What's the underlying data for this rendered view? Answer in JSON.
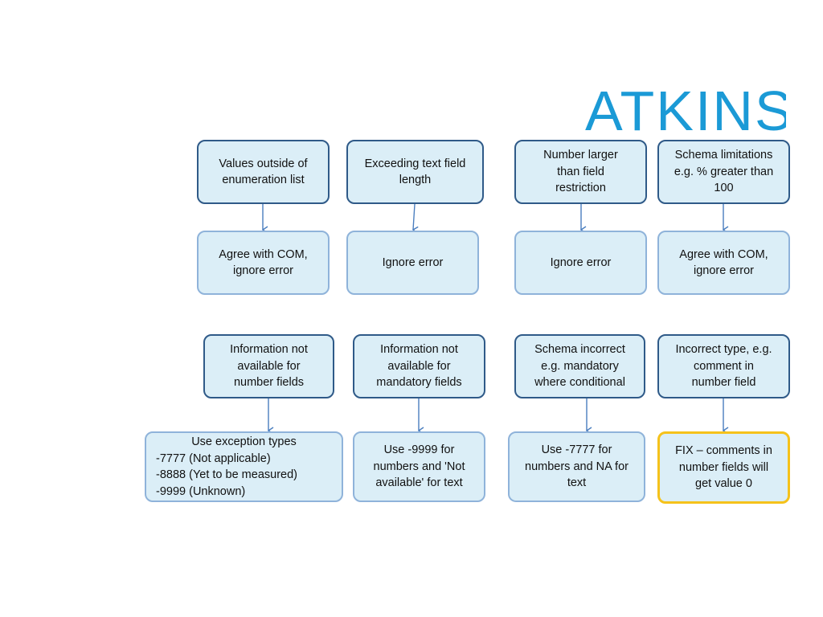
{
  "logo": {
    "text": "ATKINS",
    "color": "#1b9ad6"
  },
  "colors": {
    "box_fill": "#dbeef7",
    "dark_border": "#2f5a88",
    "light_border": "#8fb3da",
    "highlight_border": "#f5c21b",
    "arrow": "#4a7ebf"
  },
  "row1_issues": [
    "Values outside of\nenumeration list",
    "Exceeding text field\nlength",
    "Number larger\nthan field\nrestriction",
    "Schema limitations\ne.g. % greater than\n100"
  ],
  "row1_actions": [
    "Agree with COM,\nignore error",
    "Ignore error",
    "Ignore error",
    "Agree with COM,\nignore error"
  ],
  "row2_issues": [
    "Information not\navailable for\nnumber fields",
    "Information not\navailable for\nmandatory fields",
    "Schema incorrect\ne.g. mandatory\nwhere conditional",
    "Incorrect type, e.g.\ncomment in\nnumber field"
  ],
  "row2_actions": [
    "Use exception types",
    " -7777 (Not applicable)\n-8888 (Yet to be measured)\n-9999 (Unknown)",
    "Use -9999 for\nnumbers and 'Not\navailable' for text",
    "Use -7777 for\nnumbers and NA for\ntext",
    "FIX – comments in\nnumber fields will\nget value 0"
  ]
}
